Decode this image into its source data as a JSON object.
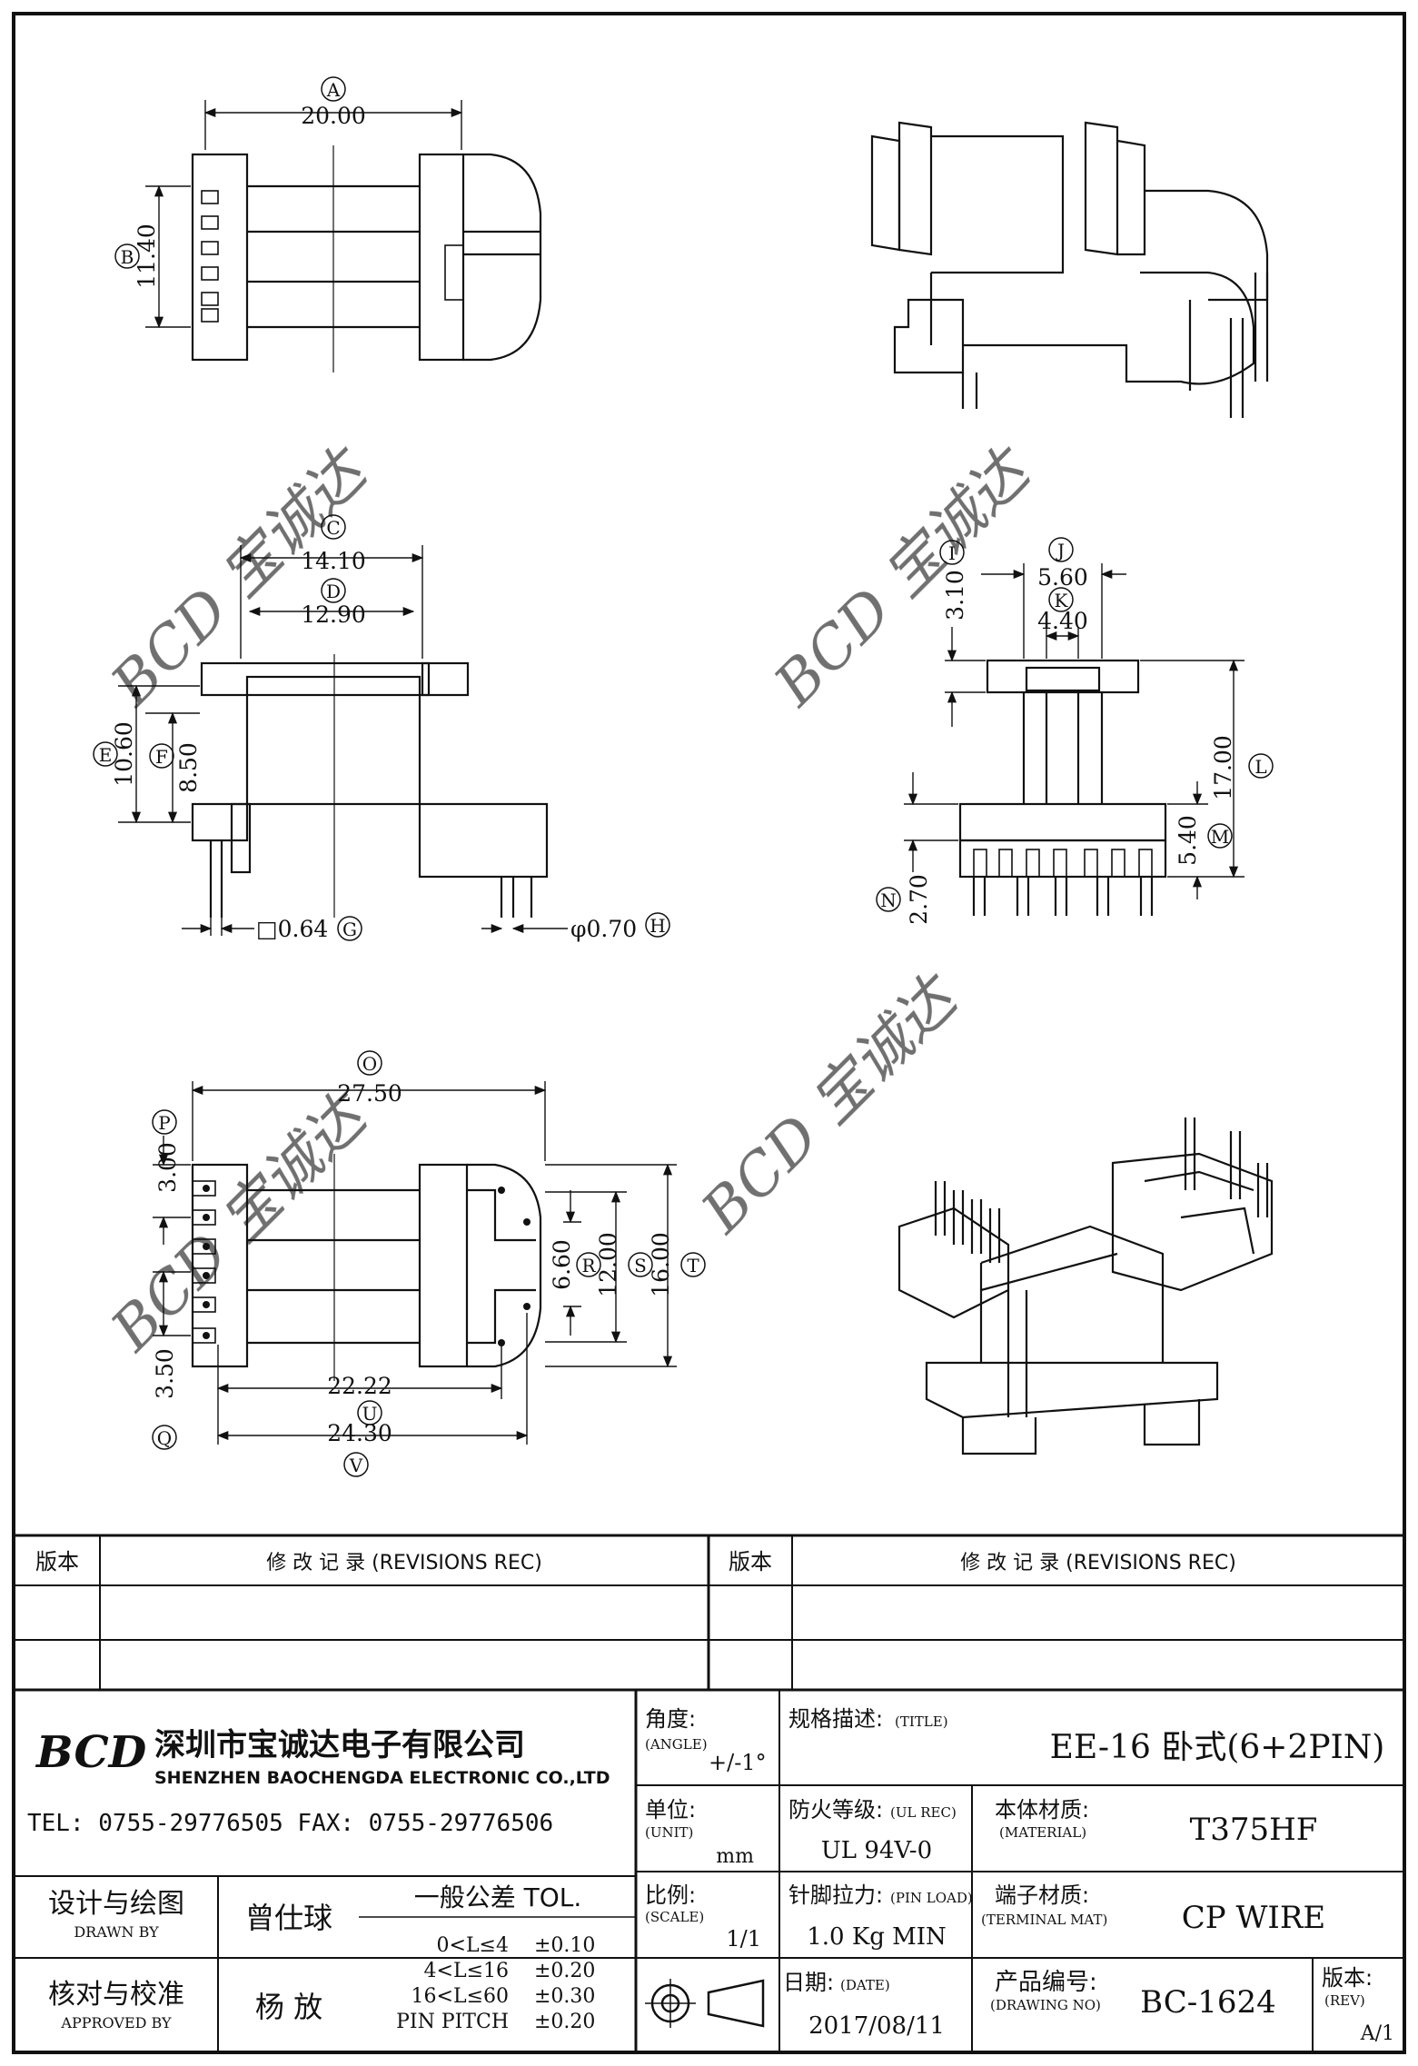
{
  "dims": {
    "A": {
      "id": "A",
      "value": "20.00"
    },
    "B": {
      "id": "B",
      "value": "11.40"
    },
    "C": {
      "id": "C",
      "value": "14.10"
    },
    "D": {
      "id": "D",
      "value": "12.90"
    },
    "E": {
      "id": "E",
      "value": "10.60"
    },
    "F": {
      "id": "F",
      "value": "8.50"
    },
    "G": {
      "id": "G",
      "value": "□0.64"
    },
    "H": {
      "id": "H",
      "value": "φ0.70"
    },
    "I": {
      "id": "I",
      "value": "3.10"
    },
    "J": {
      "id": "J",
      "value": "5.60"
    },
    "K": {
      "id": "K",
      "value": "4.40"
    },
    "L": {
      "id": "L",
      "value": "17.00"
    },
    "M": {
      "id": "M",
      "value": "5.40"
    },
    "N": {
      "id": "N",
      "value": "2.70"
    },
    "O": {
      "id": "O",
      "value": "27.50"
    },
    "P": {
      "id": "P",
      "value": "3.00"
    },
    "Q": {
      "id": "Q",
      "value": "3.50"
    },
    "R": {
      "id": "R",
      "value": "6.60"
    },
    "S": {
      "id": "S",
      "value": "12.00"
    },
    "T": {
      "id": "T",
      "value": "16.00"
    },
    "U": {
      "id": "U",
      "value": "22.22"
    },
    "V": {
      "id": "V",
      "value": "24.30"
    }
  },
  "watermark": "BCD 宝诚达",
  "revisions": {
    "col1_version": "版本",
    "col1_record": "修 改 记 录  (REVISIONS REC)",
    "col2_version": "版本",
    "col2_record": "修 改 记 录  (REVISIONS REC)"
  },
  "company": {
    "logo": "BCD",
    "name_cn": "深圳市宝诚达电子有限公司",
    "name_en": "SHENZHEN BAOCHENGDA ELECTRONIC CO.,LTD",
    "contact": "TEL: 0755-29776505  FAX: 0755-29776506"
  },
  "title_block": {
    "angle_label": "角度:",
    "angle_label_en": "(ANGLE)",
    "angle_value": "+/-1°",
    "title_label": "规格描述:",
    "title_label_en": "(TITLE)",
    "title_value": "EE-16 卧式(6+2PIN)",
    "unit_label": "单位:",
    "unit_label_en": "(UNIT)",
    "unit_value": "mm",
    "ul_label": "防火等级:",
    "ul_label_en": "(UL REC)",
    "ul_value": "UL 94V-0",
    "material_label": "本体材质:",
    "material_label_en": "(MATERIAL)",
    "material_value": "T375HF",
    "designer_label": "设计与绘图",
    "designer_label_en": "DRAWN BY",
    "designer_name": "曾仕球",
    "tol_title": "一般公差 TOL.",
    "tol_rows": [
      {
        "range": "0<L≤4",
        "value": "±0.10"
      },
      {
        "range": "4<L≤16",
        "value": "±0.20"
      },
      {
        "range": "16<L≤60",
        "value": "±0.30"
      },
      {
        "range": "PIN PITCH",
        "value": "±0.20"
      }
    ],
    "scale_label": "比例:",
    "scale_label_en": "(SCALE)",
    "scale_value": "1/1",
    "pinload_label": "针脚拉力:",
    "pinload_label_en": "(PIN LOAD)",
    "pinload_value": "1.0 Kg MIN",
    "terminal_label": "端子材质:",
    "terminal_label_en": "(TERMINAL MAT)",
    "terminal_value": "CP WIRE",
    "approver_label": "核对与校准",
    "approver_label_en": "APPROVED BY",
    "approver_name": "杨  放",
    "date_label": "日期:",
    "date_label_en": "(DATE)",
    "date_value": "2017/08/11",
    "drawing_label": "产品编号:",
    "drawing_label_en": "(DRAWING NO)",
    "drawing_value": "BC-1624",
    "rev_label": "版本:",
    "rev_label_en": "(REV)",
    "rev_value": "A/1"
  }
}
